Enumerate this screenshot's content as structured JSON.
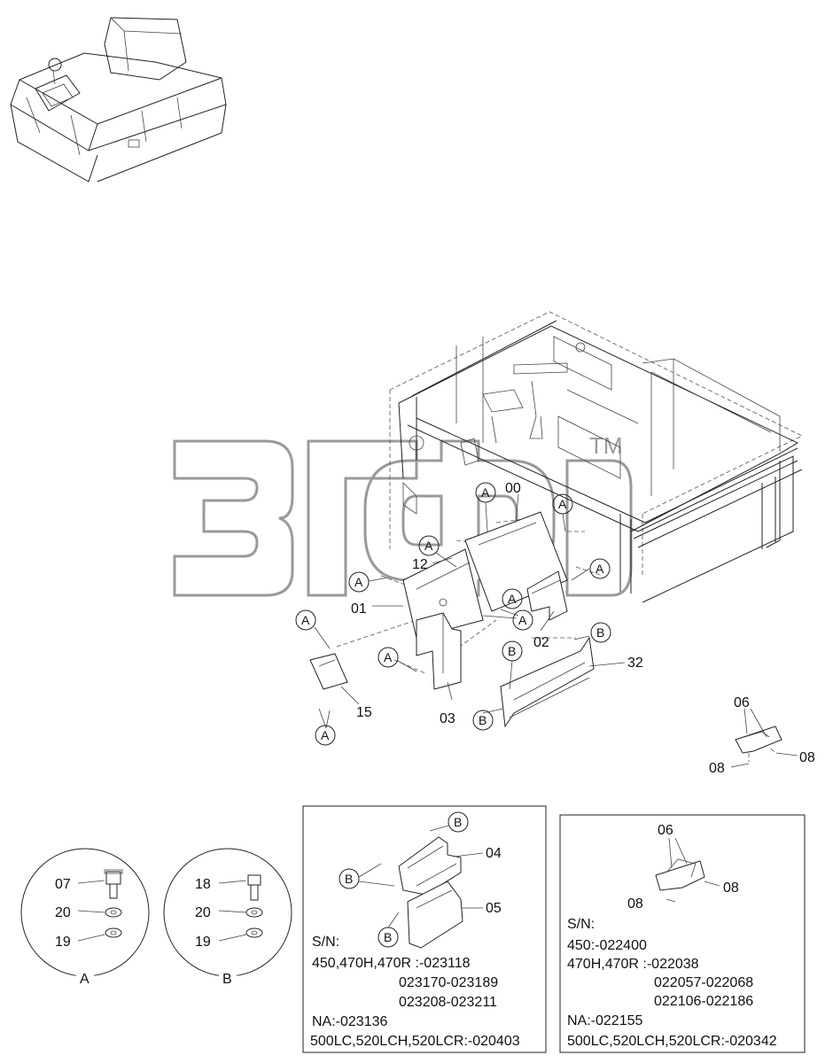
{
  "watermark": {
    "tm": "TM"
  },
  "part_labels": {
    "p00": "00",
    "p01": "01",
    "p02": "02",
    "p03": "03",
    "p12": "12",
    "p15": "15",
    "p32": "32",
    "p06": "06",
    "p08a": "08",
    "p08b": "08"
  },
  "callouts": {
    "A": "A",
    "B": "B"
  },
  "detail_A": {
    "title": "A",
    "bolt": "07",
    "washer1": "20",
    "washer2": "19"
  },
  "detail_B": {
    "title": "B",
    "bolt": "18",
    "washer1": "20",
    "washer2": "19"
  },
  "box_left": {
    "p04": "04",
    "p05": "05",
    "sn": "S/N:",
    "lines": [
      "450,470H,470R :-023118",
      "023170-023189",
      "023208-023211",
      "NA:-023136",
      "500LC,520LCH,520LCR:-020403"
    ]
  },
  "box_right": {
    "p06": "06",
    "p08a": "08",
    "p08b": "08",
    "sn": "S/N:",
    "lines": [
      "450:-022400",
      "470H,470R :-022038",
      "022057-022068",
      "022106-022186",
      "NA:-022155",
      "500LC,520LCH,520LCR:-020342"
    ]
  }
}
